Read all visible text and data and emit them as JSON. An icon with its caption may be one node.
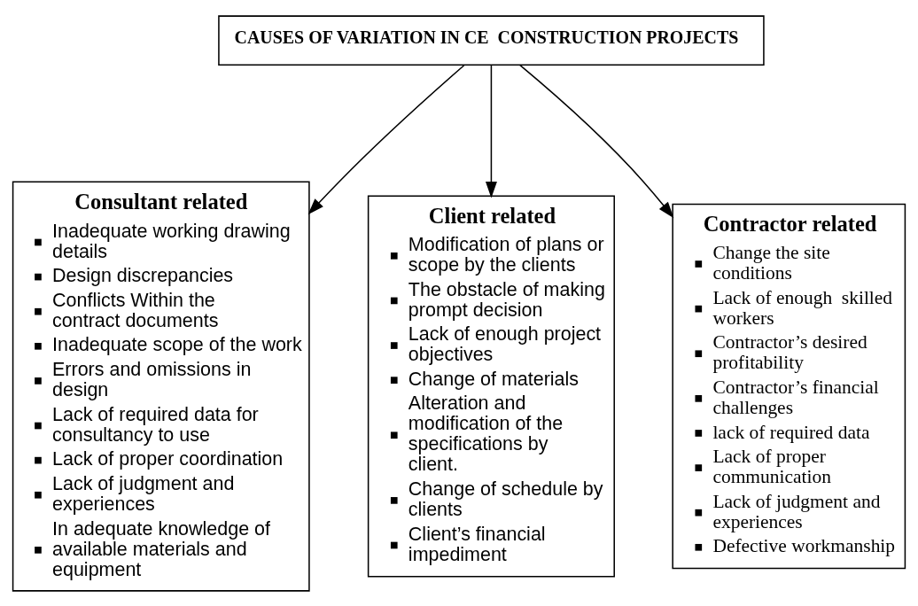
{
  "diagram": {
    "nodes": [
      {
        "text": [
          "CAUSES OF VARIATION IN CE  CONSTRUCTION PROJECTS"
        ]
      },
      {
        "text": [
          "Consultant related",
          "Inadequate working drawing details",
          "Design discrepancies",
          "Conflicts Within the contract documents",
          "Inadequate scope of the work",
          "Errors and omissions in design",
          "Lack of required data for consultancy to use",
          "Lack of proper coordination",
          "Lack of judgment and experiences",
          "In adequate knowledge of available materials and equipment"
        ]
      },
      {
        "text": [
          "Client related",
          "Modification of plans or scope by the clients",
          "The obstacle of making prompt decision",
          "Lack of enough project objectives",
          "Change of materials",
          "Alteration and modification of the specifications by client.",
          "Change of schedule by clients",
          "Client’s financial impediment"
        ]
      },
      {
        "text": [
          "Contractor related",
          "Change the site conditions",
          "Lack of enough  skilled workers",
          "Contractor’s desired profitability",
          "Contractor’s financial challenges",
          " lack of required data",
          "Lack of proper communication",
          "Lack of judgment and experiences",
          "Defective workmanship"
        ]
      }
    ],
    "edges": [
      {
        "from": 0,
        "to": 1,
        "arrow": "to"
      },
      {
        "from": 0,
        "to": 2,
        "arrow": "to"
      },
      {
        "from": 0,
        "to": 3,
        "arrow": "to"
      }
    ]
  }
}
